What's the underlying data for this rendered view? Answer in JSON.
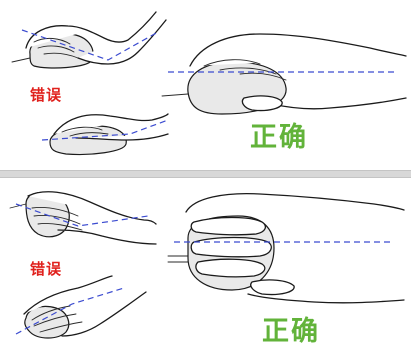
{
  "top_panel": {
    "wrong_label": "错误",
    "correct_label": "正确"
  },
  "bottom_panel": {
    "wrong_label": "错误",
    "correct_label": "正确"
  },
  "colors": {
    "wrong": "#e0211d",
    "correct": "#62b33a",
    "guide_line": "#3b4bd0",
    "divider": "#d8d8d8"
  }
}
